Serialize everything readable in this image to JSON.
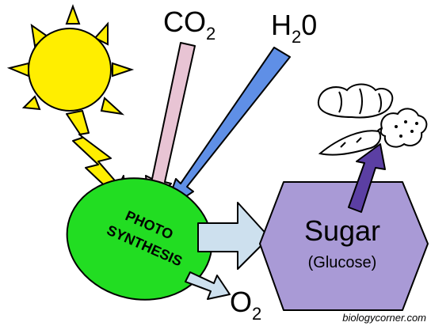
{
  "labels": {
    "co2_main": "CO",
    "co2_sub": "2",
    "h2o_main": "H",
    "h2o_sub": "2",
    "h2o_tail": "0",
    "photo_line1": "PHOTO",
    "photo_line2": "SYNTHESIS",
    "o2_main": "O",
    "o2_sub": "2",
    "sugar": "Sugar",
    "glucose": "(Glucose)",
    "credit": "biologycorner.com"
  },
  "colors": {
    "sun": "#ffee00",
    "photosynthesis": "#22dd22",
    "co2_arrow": "#e8c4d4",
    "h2o_arrow": "#5f8fe6",
    "sugar_hexagon": "#a99ad6",
    "output_arrow": "#cde0ee",
    "food_arrow": "#5b3fa3"
  },
  "icons": [
    "sun-icon",
    "lightning-icon",
    "bread-icon",
    "carrot-icon",
    "cauliflower-icon"
  ]
}
